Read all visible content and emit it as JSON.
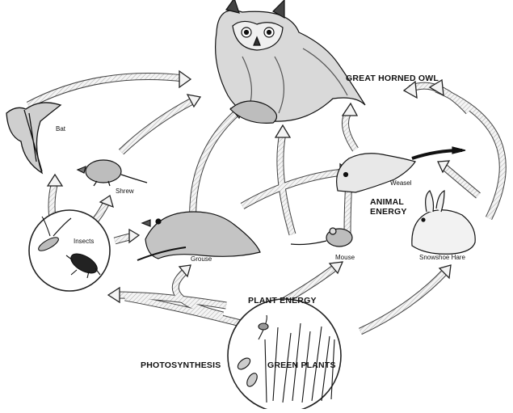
{
  "diagram": {
    "labels": {
      "owl": "GREAT HORNED OWL",
      "bat": "Bat",
      "shrew": "Shrew",
      "insects": "Insects",
      "grouse": "Grouse",
      "weasel": "Weasel",
      "mouse": "Mouse",
      "hare": "Snowshoe Hare",
      "animal_energy_1": "ANIMAL",
      "animal_energy_2": "ENERGY",
      "plant_energy": "PLANT ENERGY",
      "photosynthesis": "PHOTOSYNTHESIS",
      "green_plants": "GREEN PLANTS"
    },
    "colors": {
      "ink": "#1a1a1a",
      "arrow_fill": "#f2f2f2",
      "arrow_hatch": "#9a9a9a"
    },
    "icons": [
      "owl-illustration",
      "bat-illustration",
      "shrew-illustration",
      "insects-illustration",
      "grouse-illustration",
      "weasel-illustration",
      "mouse-illustration",
      "hare-illustration",
      "plants-illustration"
    ]
  }
}
